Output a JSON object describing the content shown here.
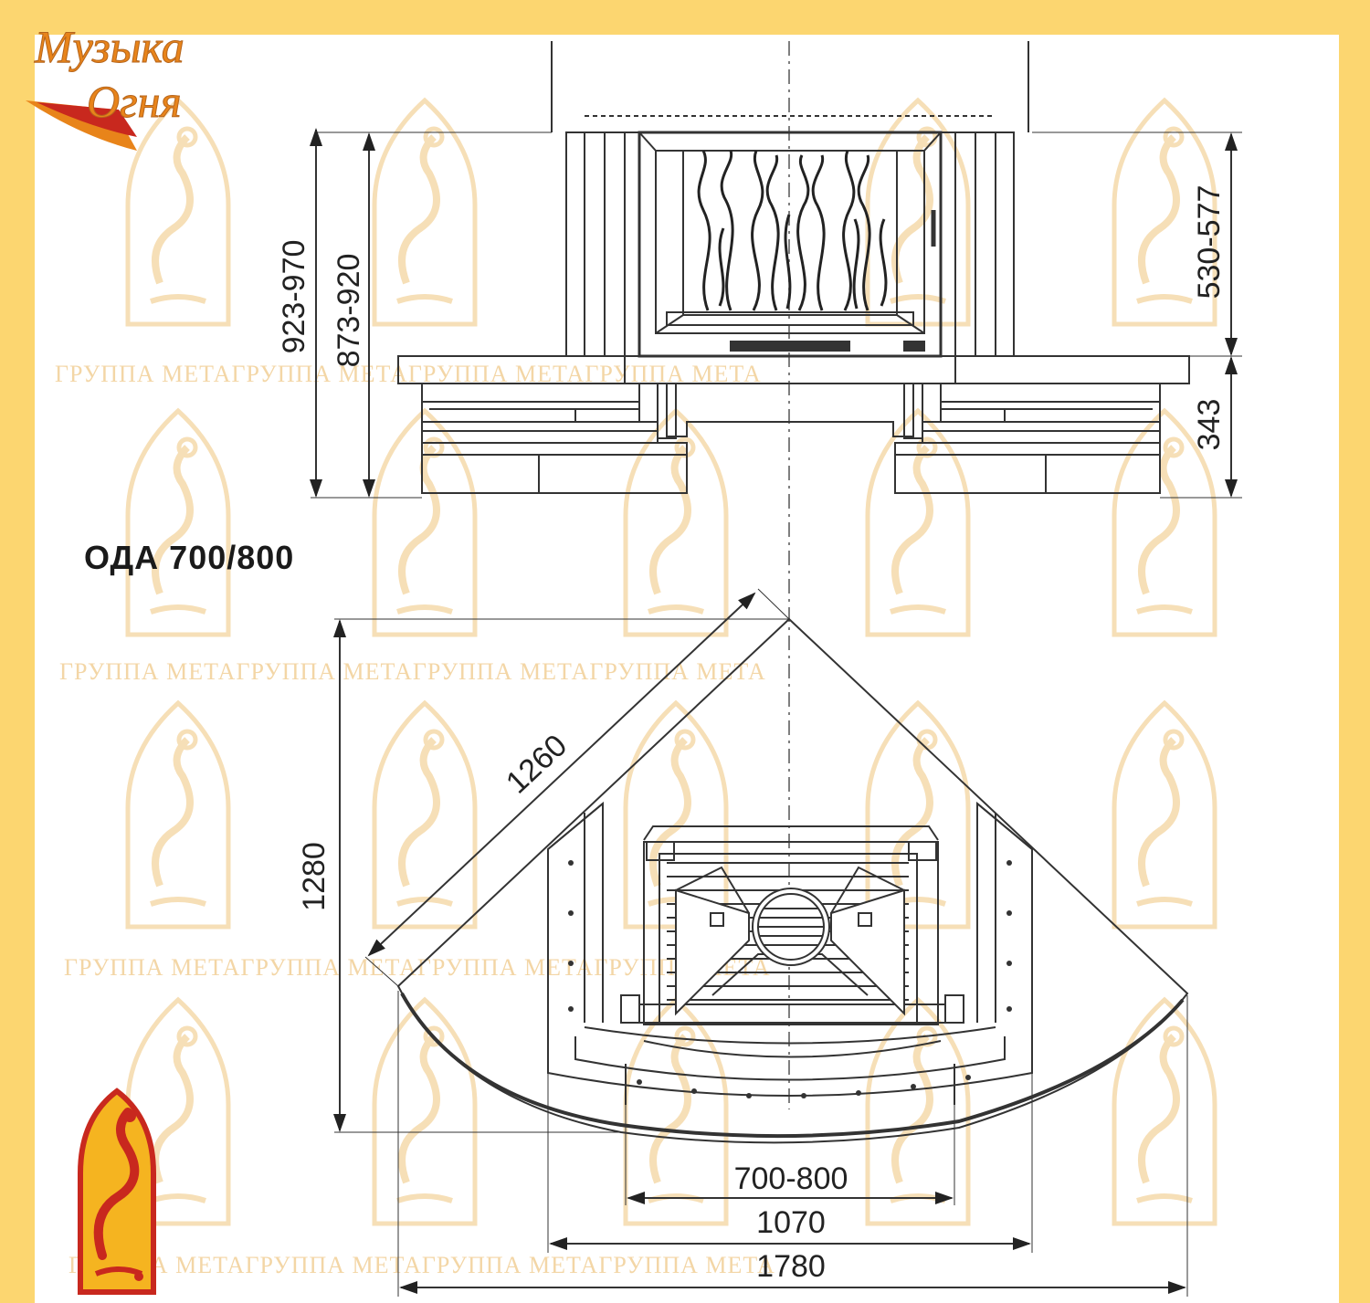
{
  "colors": {
    "frame": "#fcd670",
    "line": "#333333",
    "watermark": "#f3d6a6",
    "brand_orange": "#e8841a",
    "brand_red": "#c8281e"
  },
  "brand": {
    "logo_text": "Музыка Огня",
    "emblem_icon": "firebird-arch-emblem"
  },
  "watermark": {
    "text": "ГРУППА МЕТАГРУППА МЕТАГРУППА МЕТАГРУППА МЕТА"
  },
  "model": {
    "title": "ОДА 700/800"
  },
  "front_view": {
    "dimensions": {
      "total_height": "923-970",
      "body_height": "873-920",
      "portal_height": "530-577",
      "plinth_height": "343"
    }
  },
  "plan_view": {
    "dimensions": {
      "depth": "1280",
      "side_width": "1260",
      "insert_width": "700-800",
      "mid_width": "1070",
      "total_width": "1780"
    }
  }
}
